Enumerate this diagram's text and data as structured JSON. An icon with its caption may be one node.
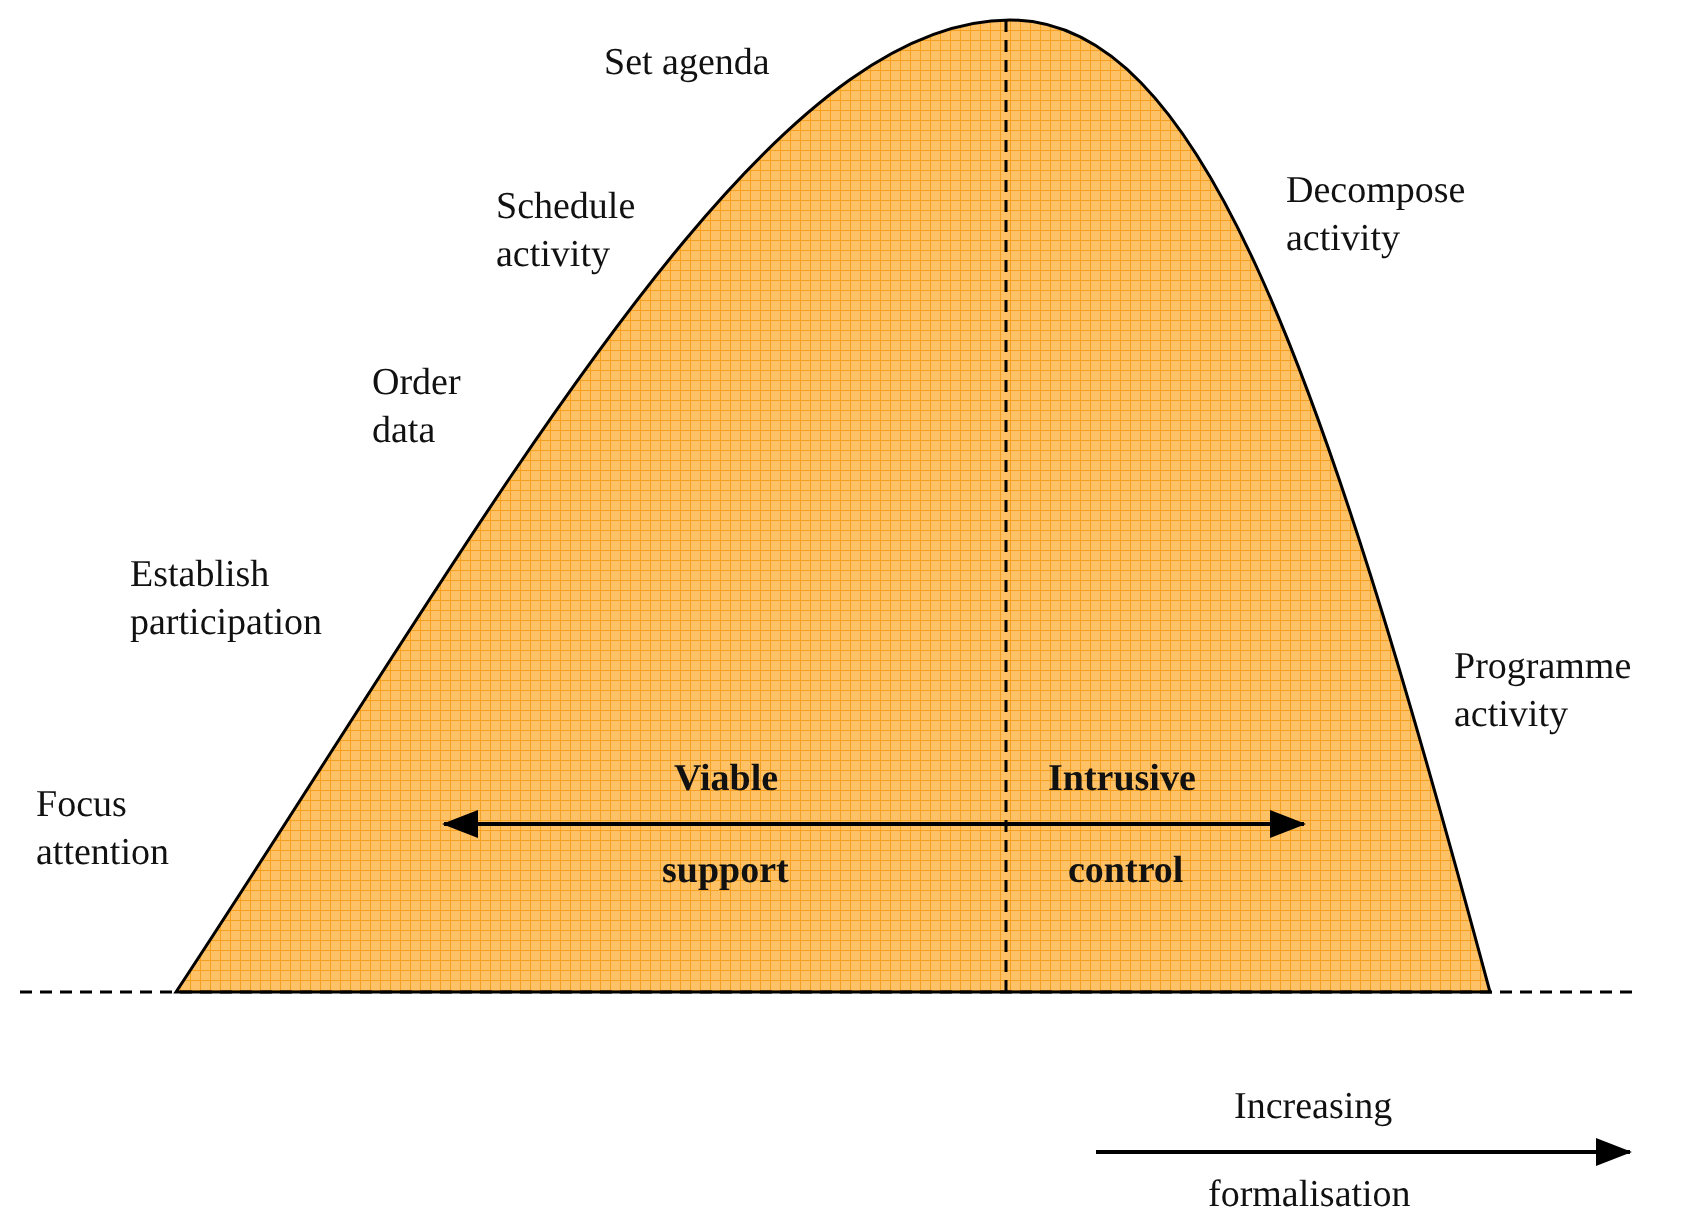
{
  "diagram": {
    "labels": [
      "Set agenda",
      "Schedule activity",
      "Decompose activity",
      "Order data",
      "Establish participation",
      "Programme activity",
      "Focus attention",
      "Viable",
      "Intrusive",
      "support",
      "control",
      "Increasing",
      "formalisation"
    ]
  }
}
